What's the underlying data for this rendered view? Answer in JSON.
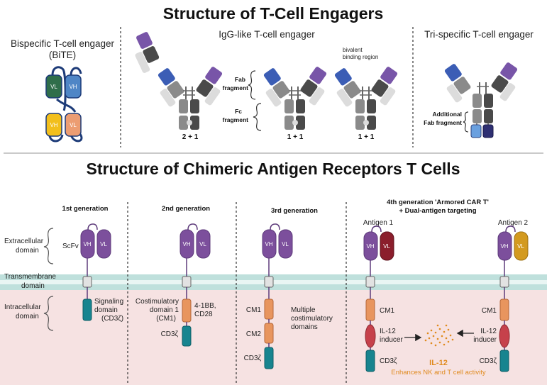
{
  "tce": {
    "title": "Structure of T-Cell Engagers",
    "bite": {
      "title_l1": "Bispecific T-cell engager",
      "title_l2": "(BiTE)",
      "vl1": "VL",
      "vh1": "VH",
      "vh2": "VH",
      "vl2": "VL"
    },
    "igg": {
      "title": "IgG-like T-cell engager",
      "fab_label": [
        "Fab",
        "fragment"
      ],
      "fc_label": [
        "Fc",
        "fragment"
      ],
      "bivalent_label": [
        "bivalent",
        "binding region"
      ],
      "formats": [
        "2 + 1",
        "1 + 1",
        "1 + 1"
      ]
    },
    "tri": {
      "title": "Tri-specific T-cell engager",
      "additional_label": [
        "Additional",
        "Fab fragment"
      ]
    }
  },
  "car": {
    "title": "Structure of Chimeric Antigen Receptors T Cells",
    "domains": {
      "extracellular": [
        "Extracellular",
        "domain"
      ],
      "transmembrane": [
        "Transmembrane",
        "domain"
      ],
      "intracellular": [
        "Intracellular",
        "domain"
      ]
    },
    "generations": {
      "g1": {
        "title": "1st generation",
        "scfv": "ScFv",
        "vh": "VH",
        "vl": "VL",
        "signaling": [
          "Signaling",
          "domain",
          "(CD3ζ)"
        ]
      },
      "g2": {
        "title": "2nd generation",
        "vh": "VH",
        "vl": "VL",
        "costim": [
          "Costimulatory",
          "domain 1",
          "(CM1)"
        ],
        "costim_examples": [
          "4-1BB,",
          "CD28"
        ],
        "cd3z": "CD3ζ"
      },
      "g3": {
        "title": "3rd generation",
        "vh": "VH",
        "vl": "VL",
        "cm1": "CM1",
        "cm2": "CM2",
        "cd3z": "CD3ζ",
        "multiple": [
          "Multiple",
          "costimulatory",
          "domains"
        ]
      },
      "g4": {
        "title_l1": "4th generation 'Armored CAR T'",
        "title_l2": "+ Dual-antigen targeting",
        "antigen1": "Antigen 1",
        "antigen2": "Antigen 2",
        "vh": "VH",
        "vl": "VL",
        "cm1": "CM1",
        "il12_inducer": [
          "IL-12",
          "inducer"
        ],
        "cd3z": "CD3ζ",
        "il12": "IL-12",
        "il12_effect": "Enhances NK and T cell activity"
      }
    }
  },
  "colors": {
    "purple": "#7c4f9c",
    "purple_border": "#5d3a7a",
    "dark_red": "#8b1e2c",
    "mustard": "#d39a1f",
    "teal": "#17848f",
    "orange": "#e8955e",
    "red": "#c6414b",
    "membrane": "#bfe0dc",
    "intracellular_bg": "#f6e2e2",
    "ab_blue": "#3b5db5",
    "ab_purple": "#7855a8",
    "ab_dark": "#4a4a4a",
    "ab_gray": "#8a8a8a",
    "ab_light": "#dcdcdc",
    "bite_green": "#2f6e4a",
    "bite_blue": "#4f86c6",
    "bite_yellow": "#f2bf1c",
    "bite_salmon": "#ec9d72",
    "il12_dots": "#e08a1e"
  }
}
